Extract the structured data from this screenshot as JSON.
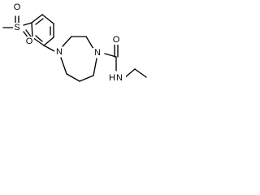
{
  "molecule": {
    "atoms": {
      "sulfur": "S",
      "sulfonyl_oxygen_top": "O",
      "sulfonyl_oxygen_bottom": "O",
      "ring_nitrogen_left": "N",
      "ring_nitrogen_right": "N",
      "carbonyl_oxygen": "O",
      "amide_nitrogen": "N",
      "amide_hydrogen": "H"
    }
  }
}
